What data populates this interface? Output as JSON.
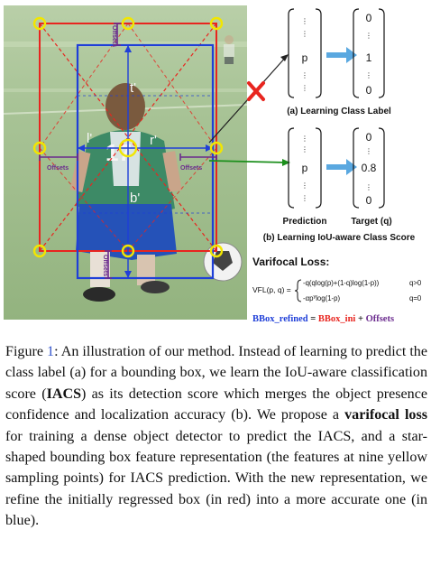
{
  "photo": {
    "labels": {
      "t": "t'",
      "l": "l'",
      "r": "r'",
      "b": "b'",
      "offsets_top": "Offsets",
      "offsets_left": "Offsets",
      "offsets_right": "Offsets",
      "offsets_bottom": "Offsets",
      "jersey_number": "17"
    }
  },
  "diagram": {
    "top_vector": {
      "middle": "p"
    },
    "top_target": {
      "top": "0",
      "middle": "1",
      "bottom": "0"
    },
    "top_caption": "(a) Learning Class Label",
    "bottom_vector": {
      "middle": "p"
    },
    "bottom_target": {
      "top": "0",
      "middle": "0.8",
      "bottom": "0"
    },
    "prediction_label": "Prediction",
    "target_label": "Target (q)",
    "bottom_caption": "(b) Learning IoU-aware Class Score",
    "loss_title": "Varifocal Loss:",
    "loss_lhs": "VFL(p, q) =",
    "loss_case1": "-q(qlog(p)+(1-q)log(1-p))",
    "loss_cond1": "q>0",
    "loss_case2": "-αp",
    "loss_case2_sup": "γ",
    "loss_case2_rest": "log(1-p)",
    "loss_cond2": "q=0",
    "eq_refined": "BBox_refined",
    "eq_equals": " = ",
    "eq_ini": "BBox_ini",
    "eq_plus": " + ",
    "eq_offsets": "Offsets",
    "colors": {
      "red": "#e8251f",
      "blue": "#1f3fd8",
      "purple": "#6a2a8e",
      "green": "#1c8f1c",
      "arrow": "#5aa8e0",
      "yellow": "#f2e600"
    }
  },
  "caption": {
    "figure_label": "Figure ",
    "figure_number": "1",
    "p1": ": An illustration of our method. Instead of learning to predict the class label (a) for a bounding box, we learn the IoU-aware classification score (",
    "iacs": "IACS",
    "p2": ") as its detection score which merges the object presence confidence and localization accuracy (b).  We propose a ",
    "varifocal": "varifocal loss",
    "p3": " for training a dense object detector to predict the IACS, and a star-shaped bounding box feature representation (the features at nine yellow sampling points) for IACS prediction. With the new representation, we refine the initially regressed box (in red) into a more accurate one (in blue)."
  }
}
